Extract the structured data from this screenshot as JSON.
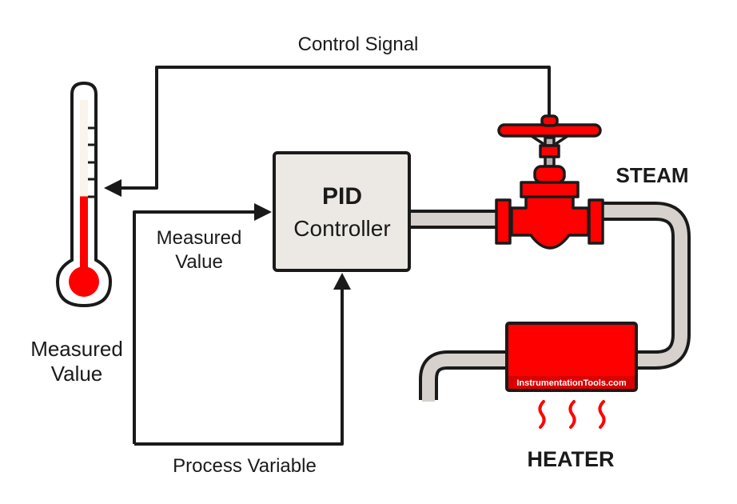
{
  "title": "PID Control Loop Diagram",
  "labels": {
    "control_signal": "Control Signal",
    "pid_line1": "PID",
    "pid_line2": "Controller",
    "measured_value_inner_line1": "Measured",
    "measured_value_inner_line2": "Value",
    "measured_value_outer_line1": "Measured",
    "measured_value_outer_line2": "Value",
    "process_variable": "Process Variable",
    "steam": "STEAM",
    "heater": "HEATER",
    "watermark": "InstrumentationTools.com"
  },
  "components": {
    "thermometer": {
      "icon": "thermometer-icon",
      "fill_level": 0.45,
      "tick_count": 5
    },
    "pid_controller": {
      "icon": "controller-box"
    },
    "valve": {
      "icon": "globe-valve-icon"
    },
    "heater": {
      "icon": "heater-box"
    },
    "heat_waves": {
      "icon": "heat-wave-icon",
      "count": 3
    }
  },
  "colors": {
    "accent_red": "#ff0000",
    "dark_red": "#d80000",
    "outline": "#1a1a1a",
    "pipe_fill": "#d6d1cc",
    "controller_fill": "#ece9e4",
    "thermo_tube": "#fbf4ec"
  }
}
